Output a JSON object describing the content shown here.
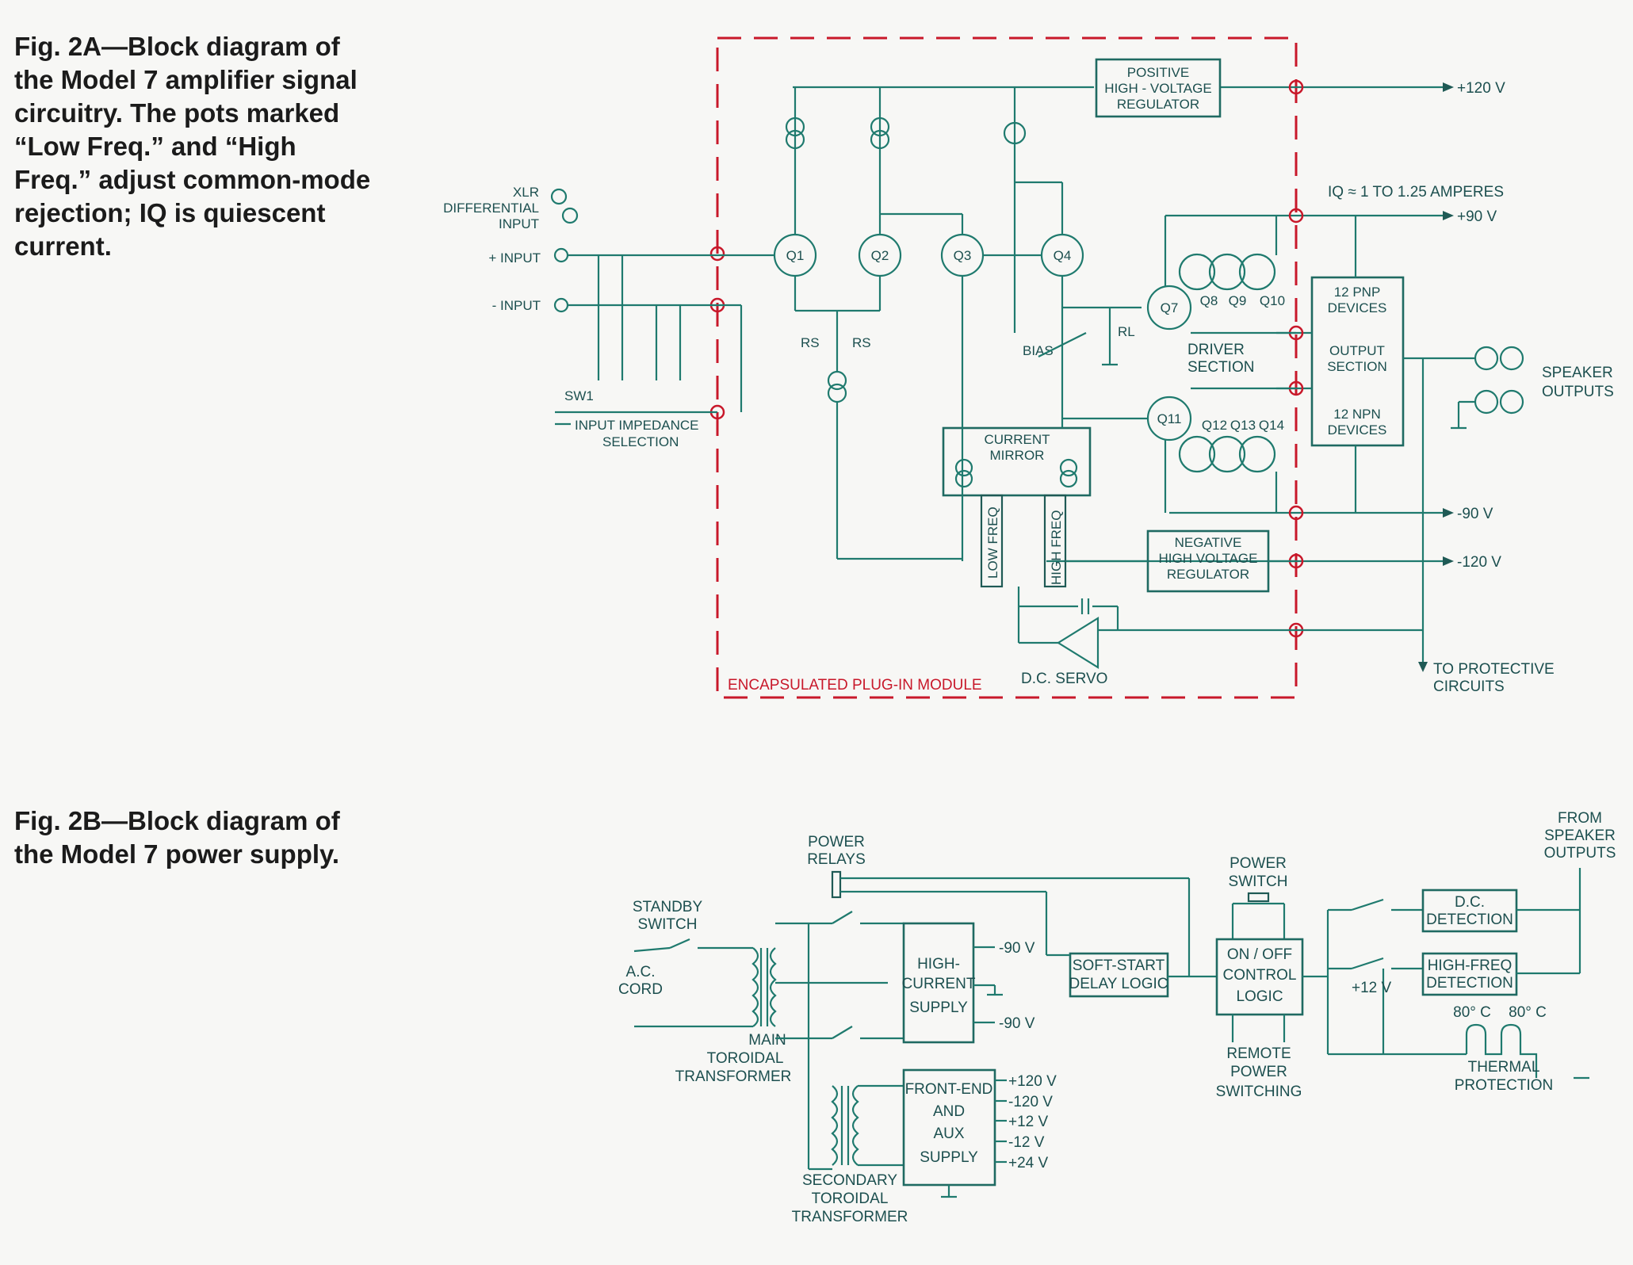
{
  "captions": {
    "fig_2a": "Fig. 2A—Block diagram of the Model 7 amplifier signal circuitry. The pots marked “Low Freq.” and “High Freq.” adjust common-mode rejection; IQ is quiescent current.",
    "fig_2b": "Fig. 2B—Block diagram of the Model 7 power supply."
  },
  "fig_2a": {
    "positive_regulator": [
      "POSITIVE",
      "HIGH - VOLTAGE",
      "REGULATOR"
    ],
    "negative_regulator": [
      "NEGATIVE",
      "HIGH VOLTAGE",
      "REGULATOR"
    ],
    "current_mirror": [
      "CURRENT",
      "MIRROR"
    ],
    "output_pnp": [
      "12 PNP",
      "DEVICES"
    ],
    "output_section": [
      "OUTPUT",
      "SECTION"
    ],
    "output_npn": [
      "12 NPN",
      "DEVICES"
    ],
    "driver_section": [
      "DRIVER",
      "SECTION"
    ],
    "rails": {
      "plus120": "+120 V",
      "plus90": "+90 V",
      "minus90": "-90 V",
      "minus120": "-120 V"
    },
    "iq_note": "IQ ≈ 1 TO 1.25 AMPERES",
    "xlr": [
      "XLR",
      "DIFFERENTIAL",
      "INPUT"
    ],
    "plus_input": "+ INPUT",
    "minus_input": "- INPUT",
    "sw1": "SW1",
    "input_impedance": [
      "INPUT IMPEDANCE",
      "SELECTION"
    ],
    "transistors": [
      "Q1",
      "Q2",
      "Q3",
      "Q4",
      "Q7",
      "Q8",
      "Q9",
      "Q10",
      "Q11",
      "Q12",
      "Q13",
      "Q14"
    ],
    "rs": "RS",
    "rl": "RL",
    "bias": "BIAS",
    "low_freq": "LOW FREQ",
    "high_freq": "HIGH FREQ",
    "dc_servo": "D.C. SERVO",
    "module": "ENCAPSULATED PLUG-IN MODULE",
    "speaker_outputs": [
      "SPEAKER",
      "OUTPUTS"
    ],
    "protective": [
      "TO PROTECTIVE",
      "CIRCUITS"
    ]
  },
  "fig_2b": {
    "power_relays": [
      "POWER",
      "RELAYS"
    ],
    "standby_switch": [
      "STANDBY",
      "SWITCH"
    ],
    "ac_cord": [
      "A.C.",
      "CORD"
    ],
    "main_transformer": [
      "MAIN",
      "TOROIDAL",
      "TRANSFORMER"
    ],
    "secondary_transformer": [
      "SECONDARY",
      "TOROIDAL",
      "TRANSFORMER"
    ],
    "high_current_supply": [
      "HIGH-",
      "CURRENT",
      "SUPPLY"
    ],
    "hc_out_top": "-90 V",
    "hc_out_bottom": "-90 V",
    "front_end_supply": [
      "FRONT-END",
      "AND",
      "AUX",
      "SUPPLY"
    ],
    "front_end_outputs": [
      "+120 V",
      "-120 V",
      "+12 V",
      "-12 V",
      "+24 V"
    ],
    "soft_start": [
      "SOFT-START",
      "DELAY LOGIC"
    ],
    "power_switch": [
      "POWER",
      "SWITCH"
    ],
    "onoff_logic": [
      "ON / OFF",
      "CONTROL",
      "LOGIC"
    ],
    "remote": [
      "REMOTE",
      "POWER",
      "SWITCHING"
    ],
    "dc_detection": [
      "D.C.",
      "DETECTION"
    ],
    "hf_detection": [
      "HIGH-FREQ",
      "DETECTION"
    ],
    "plus12": "+12 V",
    "temps": [
      "80° C",
      "80° C"
    ],
    "thermal": [
      "THERMAL",
      "PROTECTION"
    ],
    "from_speaker": [
      "FROM",
      "SPEAKER",
      "OUTPUTS"
    ]
  }
}
